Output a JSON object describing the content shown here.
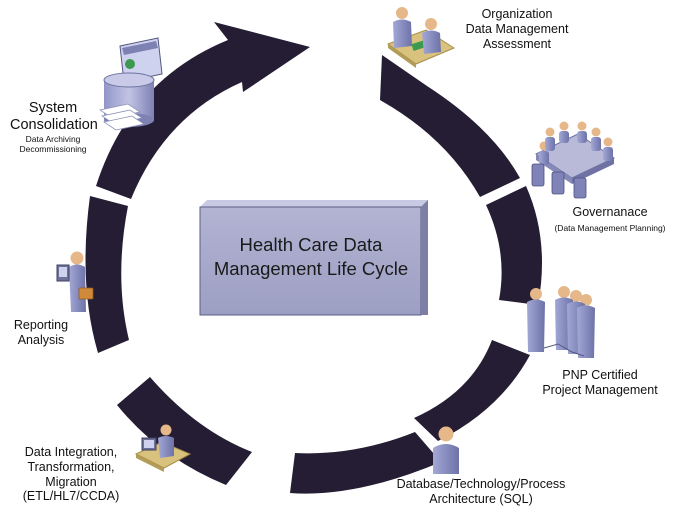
{
  "center": {
    "line1": "Health Care Data",
    "line2": "Management Life Cycle"
  },
  "stages": {
    "organization": {
      "line1": "Organization",
      "line2": "Data Management",
      "line3": "Assessment"
    },
    "governance": {
      "line1": "Governanace",
      "line2": "(Data Management Planning)"
    },
    "pnp": {
      "line1": "PNP Certified",
      "line2": "Project Management"
    },
    "database": {
      "line1": "Database/Technology/Process",
      "line2": "Architecture (SQL)"
    },
    "integration": {
      "line1": "Data Integration,",
      "line2": "Transformation,",
      "line3": "Migration",
      "line4": "(ETL/HL7/CCDA)"
    },
    "reporting": {
      "line1": "Reporting",
      "line2": "Analysis"
    },
    "consolidation": {
      "line1": "System",
      "line2": "Consolidation",
      "line3": "Data Archiving",
      "line4": "Decommissioning"
    }
  },
  "colors": {
    "arc": "#241d33",
    "box_face": "#a9aacb",
    "box_shadow": "#7d7fa6",
    "figure_body": "#8d92c6",
    "figure_head": "#e6b889",
    "desk": "#d9c27e"
  },
  "icons": [
    "meeting-icon",
    "conference-table-icon",
    "team-icon",
    "person-icon",
    "workstation-icon",
    "presenter-icon",
    "database-server-icon"
  ]
}
